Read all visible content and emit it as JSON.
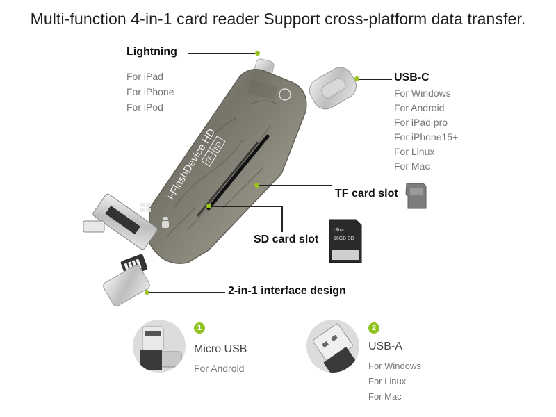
{
  "title": "Multi-function 4-in-1 card reader Support cross-platform data transfer.",
  "device_text": "i-FlashDevice HD",
  "device_badges": [
    "TF",
    "SD"
  ],
  "lightning": {
    "label": "Lightning",
    "items": [
      "For iPad",
      "For iPhone",
      "For iPod"
    ]
  },
  "usbc": {
    "label": "USB-C",
    "items": [
      "For Windows",
      "For Android",
      "For iPad pro",
      "For iPhone15+",
      "For Linux",
      "For Mac"
    ]
  },
  "tf_slot": {
    "label": "TF card slot"
  },
  "sd_slot": {
    "label": "SD card slot"
  },
  "interface": {
    "label": "2-in-1 interface design"
  },
  "sd_card_text": [
    "Ultra",
    "16GB",
    "SD"
  ],
  "option1": {
    "number": "1",
    "title": "Micro USB",
    "items": [
      "For Android"
    ]
  },
  "option2": {
    "number": "2",
    "title": "USB-A",
    "items": [
      "For Windows",
      "For Linux",
      "For Mac"
    ]
  },
  "colors": {
    "accent": "#9bc31f",
    "line": "#222222",
    "muted_text": "#777777"
  }
}
